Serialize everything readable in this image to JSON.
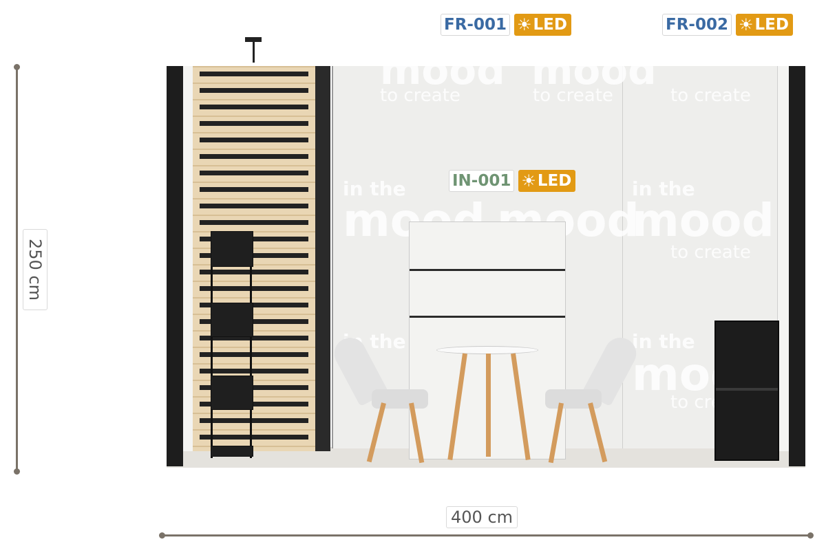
{
  "dimensions": {
    "height": "250 cm",
    "width": "400 cm"
  },
  "tags": [
    {
      "code": "FR-001",
      "led": "LED",
      "color": "#3a6aa3"
    },
    {
      "code": "FR-002",
      "led": "LED",
      "color": "#3a6aa3"
    },
    {
      "code": "IN-001",
      "led": "LED",
      "color": "#6f9473"
    }
  ],
  "led_color": "#e29a14",
  "icons": {
    "led": "sun-icon"
  },
  "watermark": {
    "line1": "in the",
    "line2": "mood",
    "line3": "to create"
  }
}
